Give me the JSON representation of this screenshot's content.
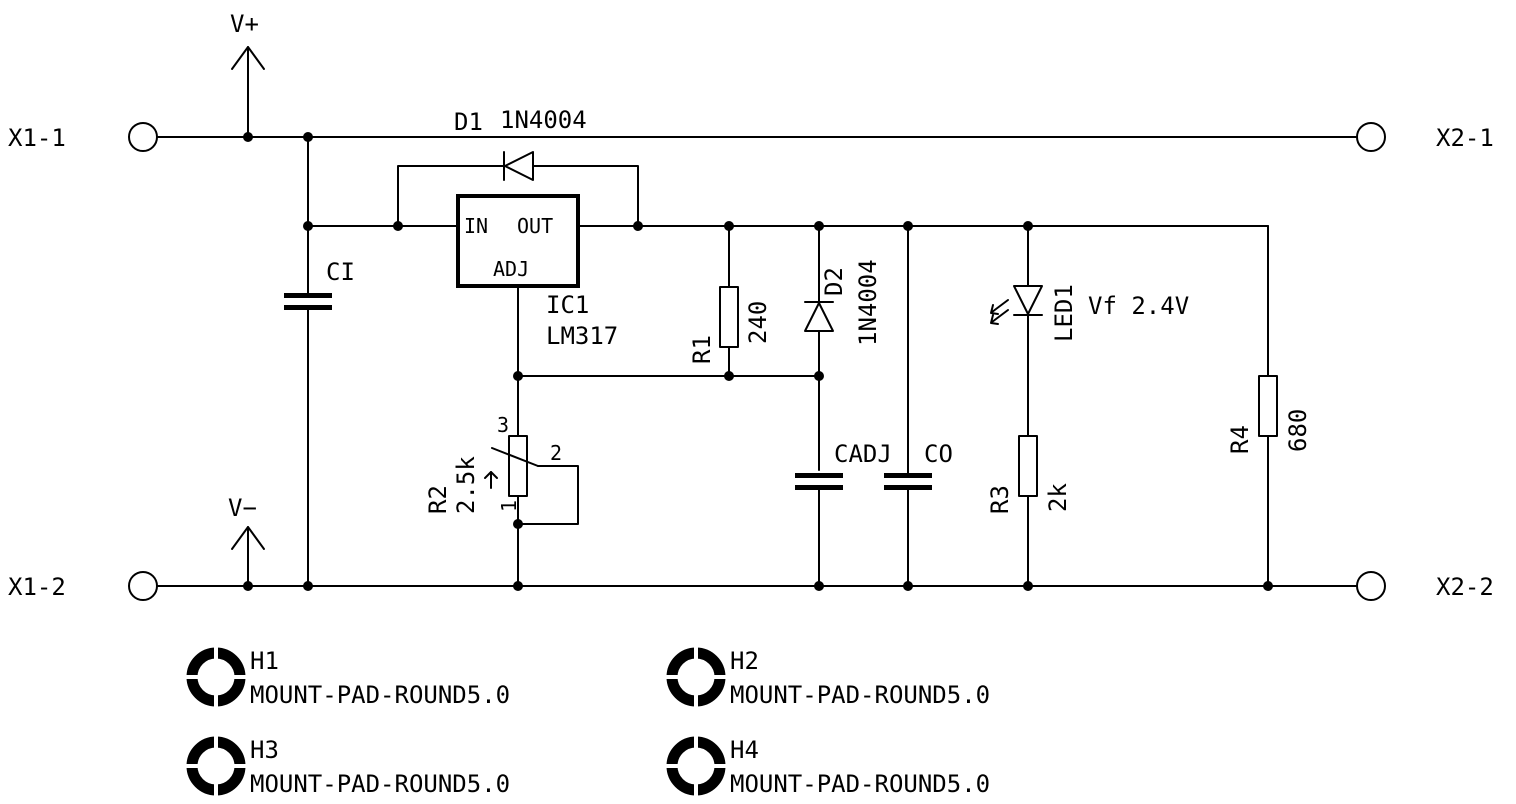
{
  "supply": {
    "positive": "V+",
    "negative": "V−"
  },
  "connectors": {
    "x1_1": "X1-1",
    "x1_2": "X1-2",
    "x2_1": "X2-1",
    "x2_2": "X2-2"
  },
  "ic1": {
    "ref": "IC1",
    "value": "LM317",
    "pin_in": "IN",
    "pin_out": "OUT",
    "pin_adj": "ADJ"
  },
  "d1": {
    "ref": "D1",
    "value": "1N4004"
  },
  "d2": {
    "ref": "D2",
    "value": "1N4004"
  },
  "ci": {
    "ref": "CI"
  },
  "cadj": {
    "ref": "CADJ"
  },
  "co": {
    "ref": "CO"
  },
  "r1": {
    "ref": "R1",
    "value": "240"
  },
  "r2": {
    "ref": "R2",
    "value": "2.5k",
    "pin1": "1",
    "pin2": "2",
    "pin3": "3"
  },
  "r3": {
    "ref": "R3",
    "value": "2k"
  },
  "r4": {
    "ref": "R4",
    "value": "680"
  },
  "led1": {
    "ref": "LED1",
    "note": "Vf 2.4V"
  },
  "mount_pads": [
    {
      "ref": "H1",
      "value": "MOUNT-PAD-ROUND5.0"
    },
    {
      "ref": "H2",
      "value": "MOUNT-PAD-ROUND5.0"
    },
    {
      "ref": "H3",
      "value": "MOUNT-PAD-ROUND5.0"
    },
    {
      "ref": "H4",
      "value": "MOUNT-PAD-ROUND5.0"
    }
  ]
}
